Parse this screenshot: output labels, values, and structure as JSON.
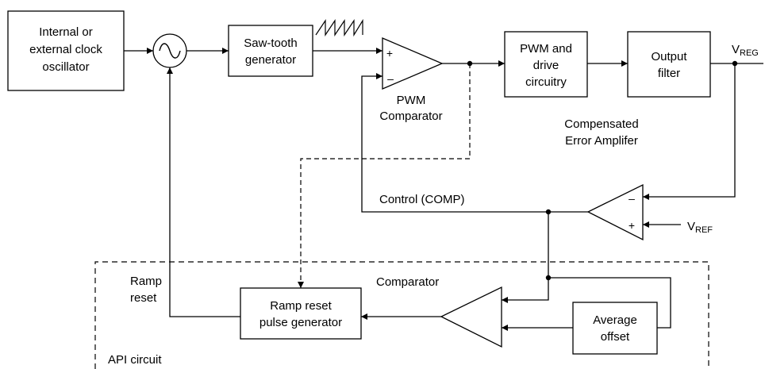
{
  "blocks": {
    "oscillator": [
      "Internal or",
      "external clock",
      "oscillator"
    ],
    "sawtooth": [
      "Saw-tooth",
      "generator"
    ],
    "pwm_drive": [
      "PWM and",
      "drive",
      "circuitry"
    ],
    "output_filter": [
      "Output",
      "filter"
    ],
    "ramp_reset_gen": [
      "Ramp reset",
      "pulse generator"
    ],
    "average_offset": [
      "Average",
      "offset"
    ]
  },
  "labels": {
    "pwm_comparator": [
      "PWM",
      "Comparator"
    ],
    "error_amp": [
      "Compensated",
      "Error Amplifer"
    ],
    "control": "Control (COMP)",
    "comparator": "Comparator",
    "ramp_reset": [
      "Ramp",
      "reset"
    ],
    "api_circuit": "API circuit",
    "vreg_main": "V",
    "vreg_sub": "REG",
    "vref_main": "V",
    "vref_sub": "REF",
    "plus": "+",
    "minus": "–"
  }
}
